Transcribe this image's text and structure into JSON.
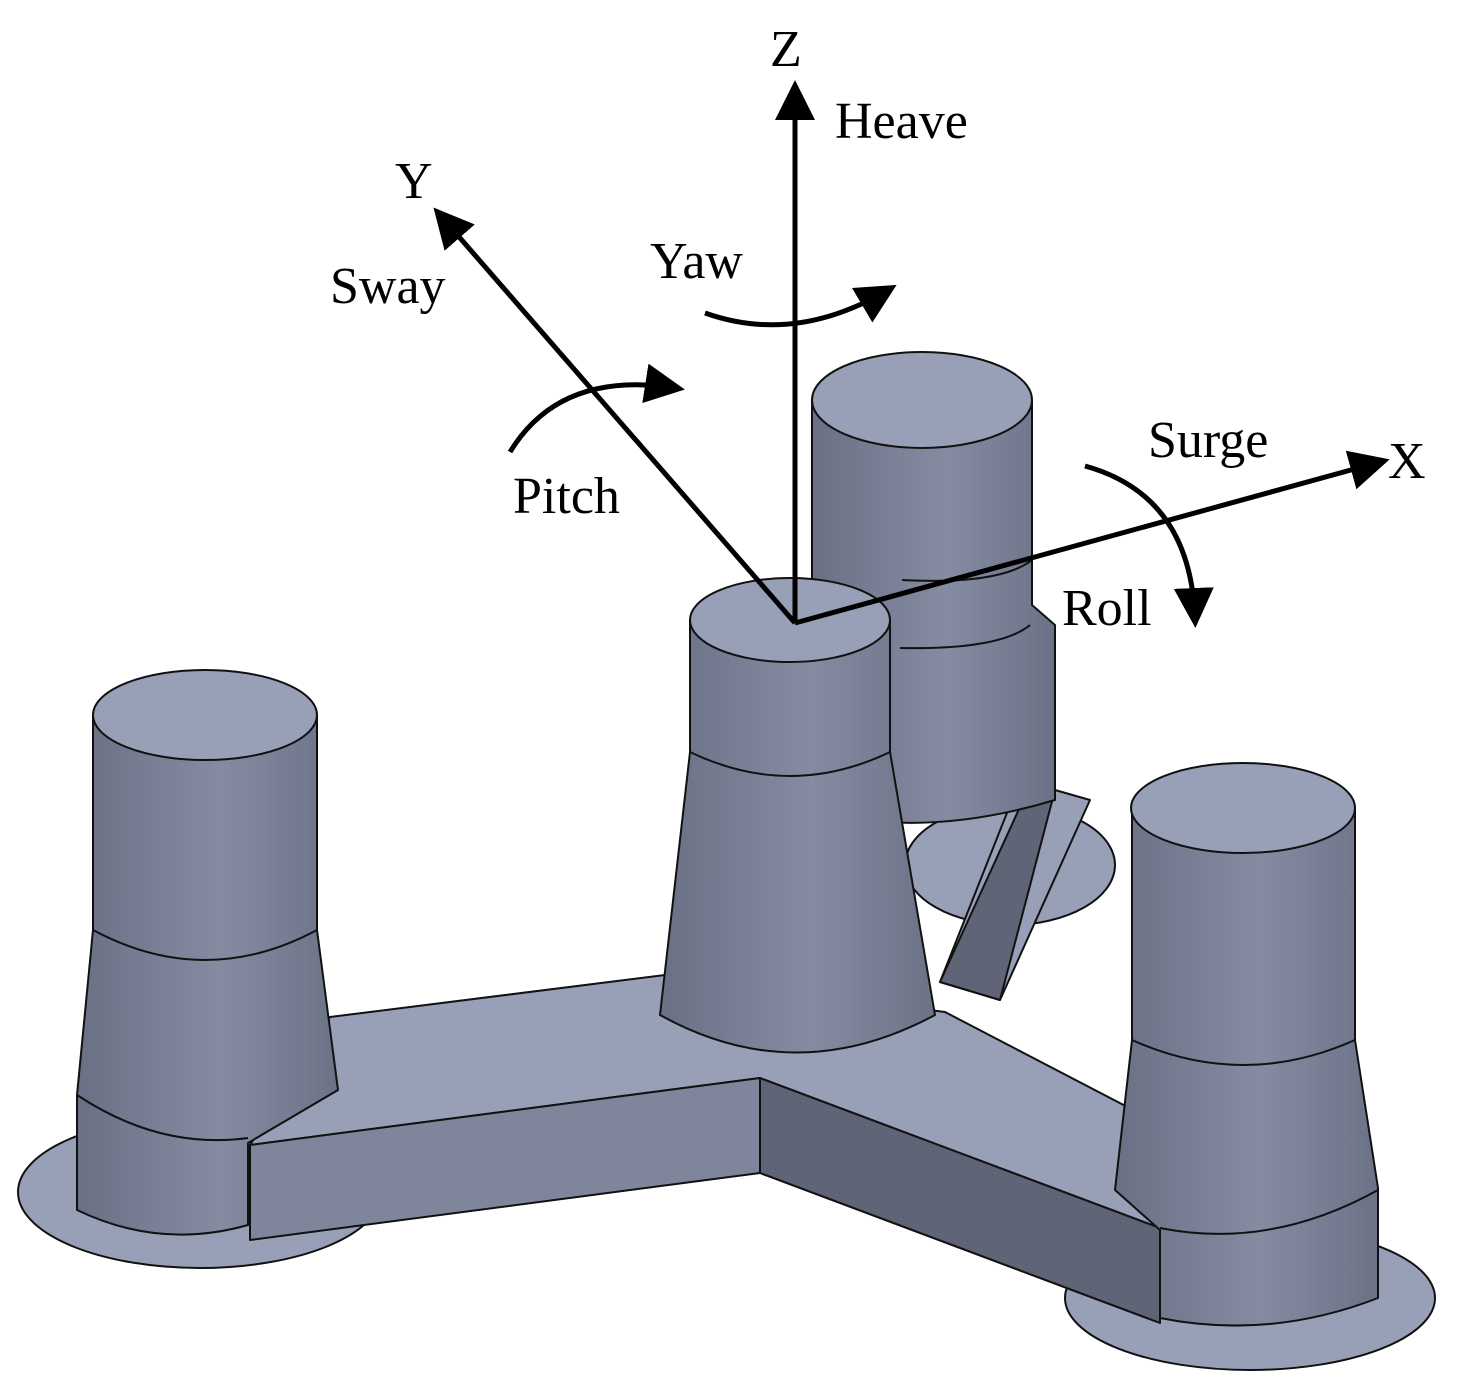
{
  "labels": {
    "z_axis": "Z",
    "heave": "Heave",
    "y_axis": "Y",
    "sway": "Sway",
    "yaw": "Yaw",
    "pitch": "Pitch",
    "surge": "Surge",
    "x_axis": "X",
    "roll": "Roll"
  },
  "colors": {
    "hull_top": "#98a0b7",
    "hull_side": "#6c7286",
    "axis": "#000000",
    "background": "#ffffff"
  }
}
